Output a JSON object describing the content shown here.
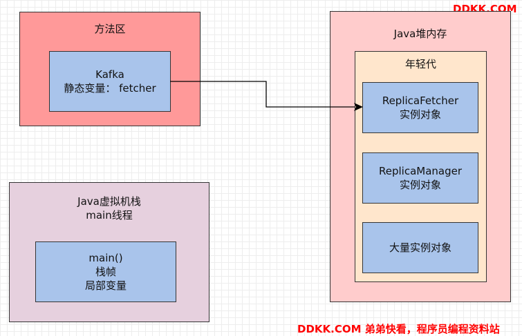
{
  "watermark_top": "DDKK.COM",
  "watermark_bottom": "DDKK.COM 弟弟快看，程序员编程资料站",
  "method_area": {
    "title": "方法区",
    "class_box": {
      "line1": "Kafka",
      "line2": "静态变量： fetcher"
    }
  },
  "heap": {
    "title": "Java堆内存",
    "young_gen": {
      "title": "年轻代",
      "objects": [
        {
          "line1": "ReplicaFetcher",
          "line2": "实例对象"
        },
        {
          "line1": "ReplicaManager",
          "line2": "实例对象"
        },
        {
          "line1": "大量实例对象"
        }
      ]
    }
  },
  "jvm_stack": {
    "title_line1": "Java虚拟机栈",
    "title_line2": "main线程",
    "frame": {
      "line1": "main()",
      "line2": "栈帧",
      "line3": "局部变量"
    }
  },
  "colors": {
    "method_area_fill": "#ff9999",
    "heap_fill": "#ffcccc",
    "young_gen_fill": "#ffe6cc",
    "stack_fill": "#e6d0de",
    "object_fill": "#a9c4eb",
    "watermark": "#ff0000"
  }
}
